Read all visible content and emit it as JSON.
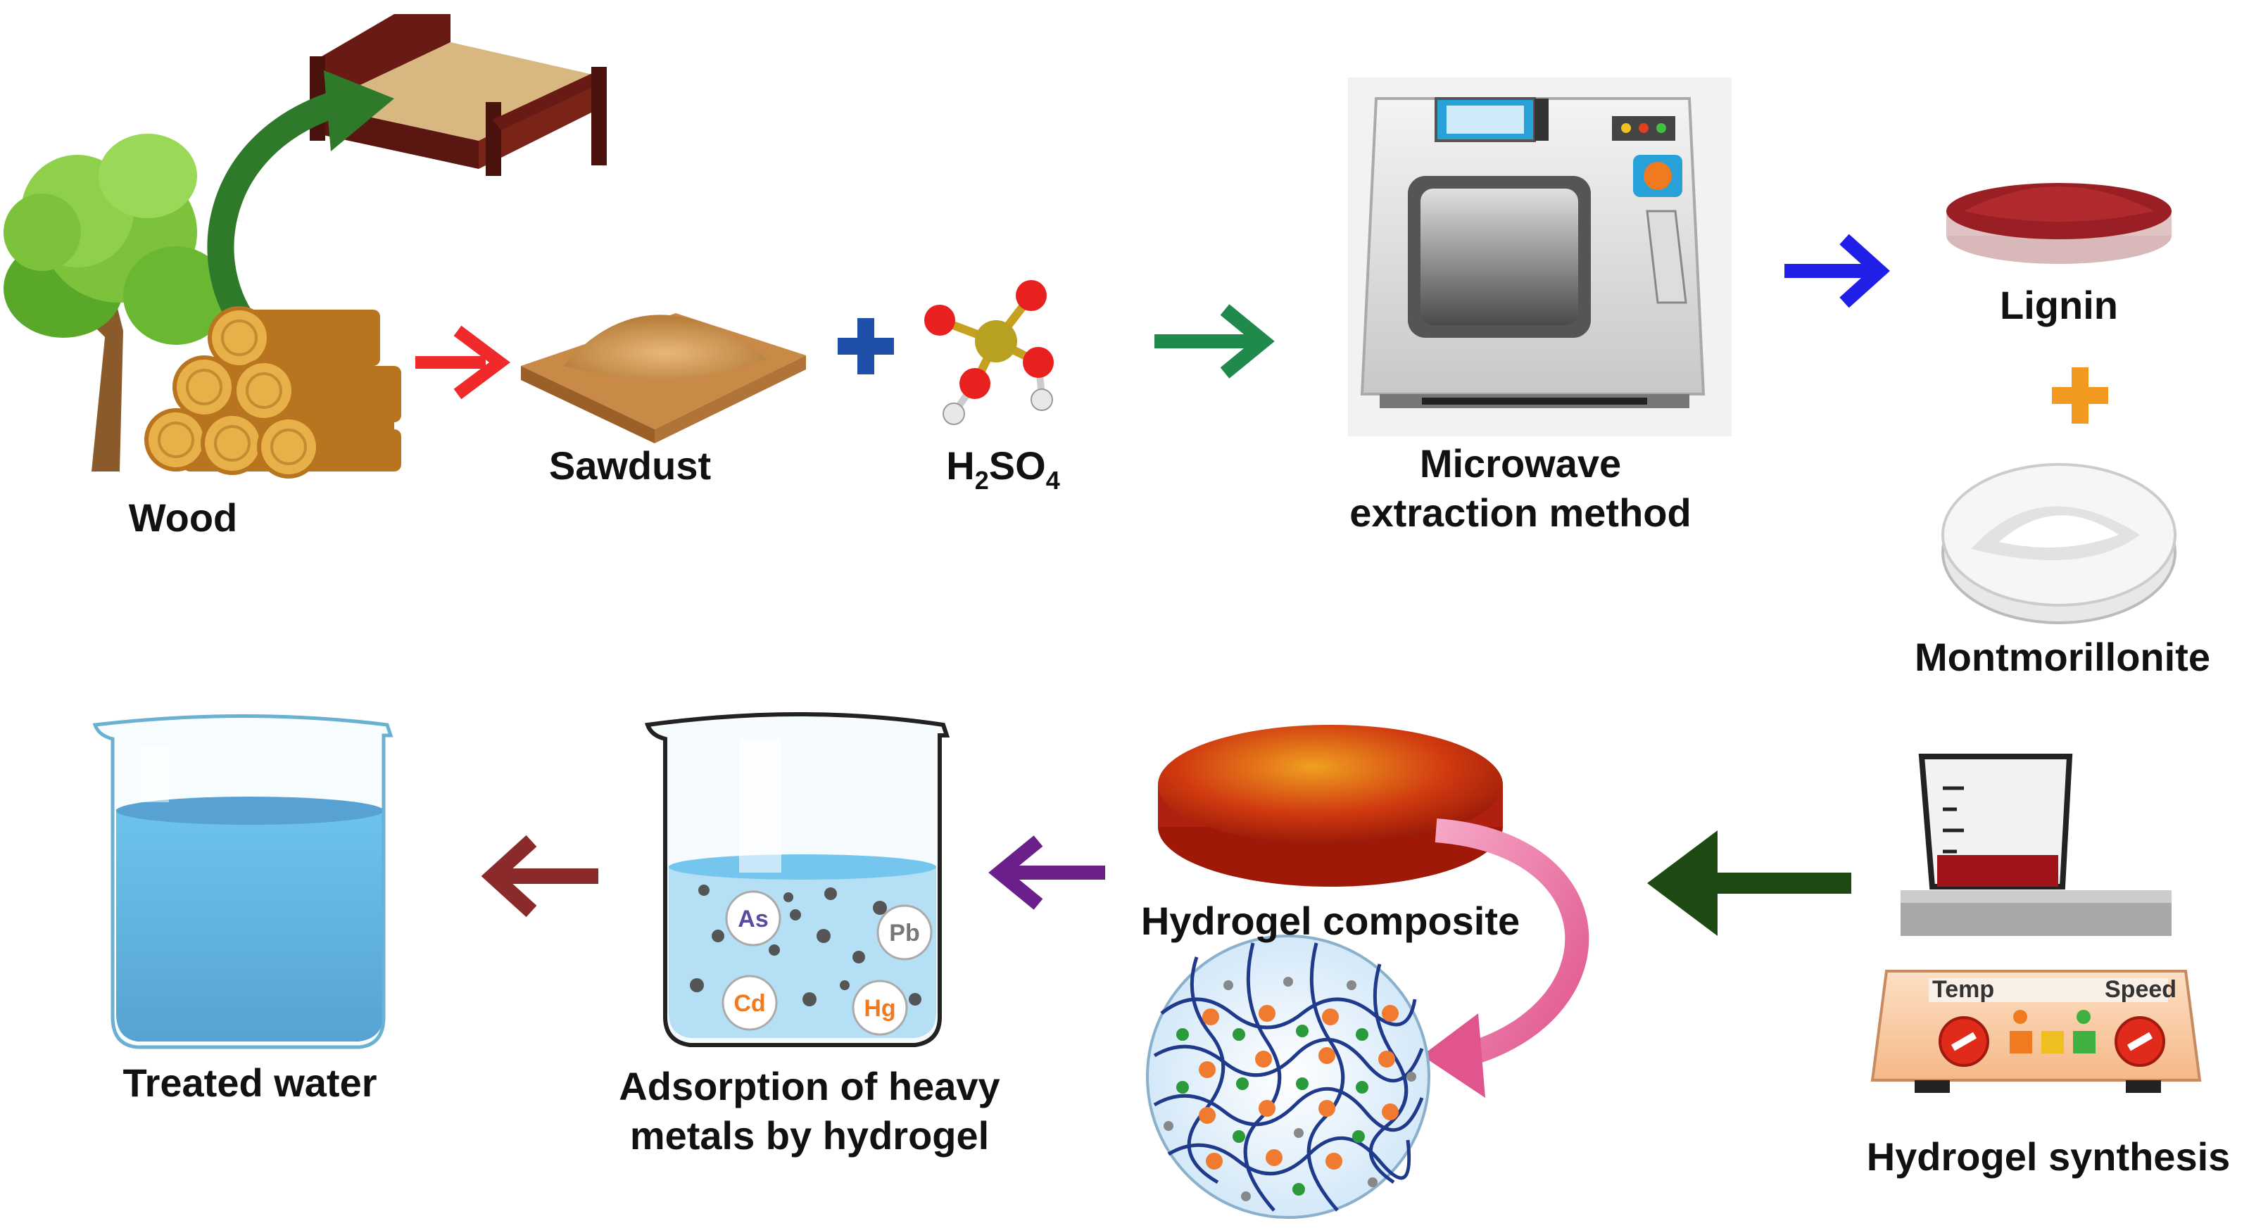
{
  "labels": {
    "wood": "Wood",
    "sawdust": "Sawdust",
    "acid_main": "H",
    "acid_sub1": "2",
    "acid_mid": "SO",
    "acid_sub2": "4",
    "microwave_line1": "Microwave",
    "microwave_line2": "extraction method",
    "lignin": "Lignin",
    "montmorillonite": "Montmorillonite",
    "hydrogel_synthesis": "Hydrogel synthesis",
    "hydrogel_composite": "Hydrogel composite",
    "adsorption_line1": "Adsorption of heavy",
    "adsorption_line2": "metals by hydrogel",
    "treated_water": "Treated water"
  },
  "metals": {
    "as": "As",
    "pb": "Pb",
    "cd": "Cd",
    "hg": "Hg"
  },
  "stirrer": {
    "temp": "Temp",
    "speed": "Speed"
  },
  "colors": {
    "arrow_red": "#f02a2a",
    "arrow_green": "#1f8a4c",
    "arrow_blue": "#1f1fe8",
    "arrow_dark_green": "#1d4a12",
    "arrow_purple": "#6a1f8a",
    "arrow_maroon": "#8b2a2a",
    "plus_blue": "#1f4fa8",
    "plus_orange": "#f29a1f",
    "water_blue": "#2a9ad8",
    "lignin_red": "#9a1f24"
  }
}
